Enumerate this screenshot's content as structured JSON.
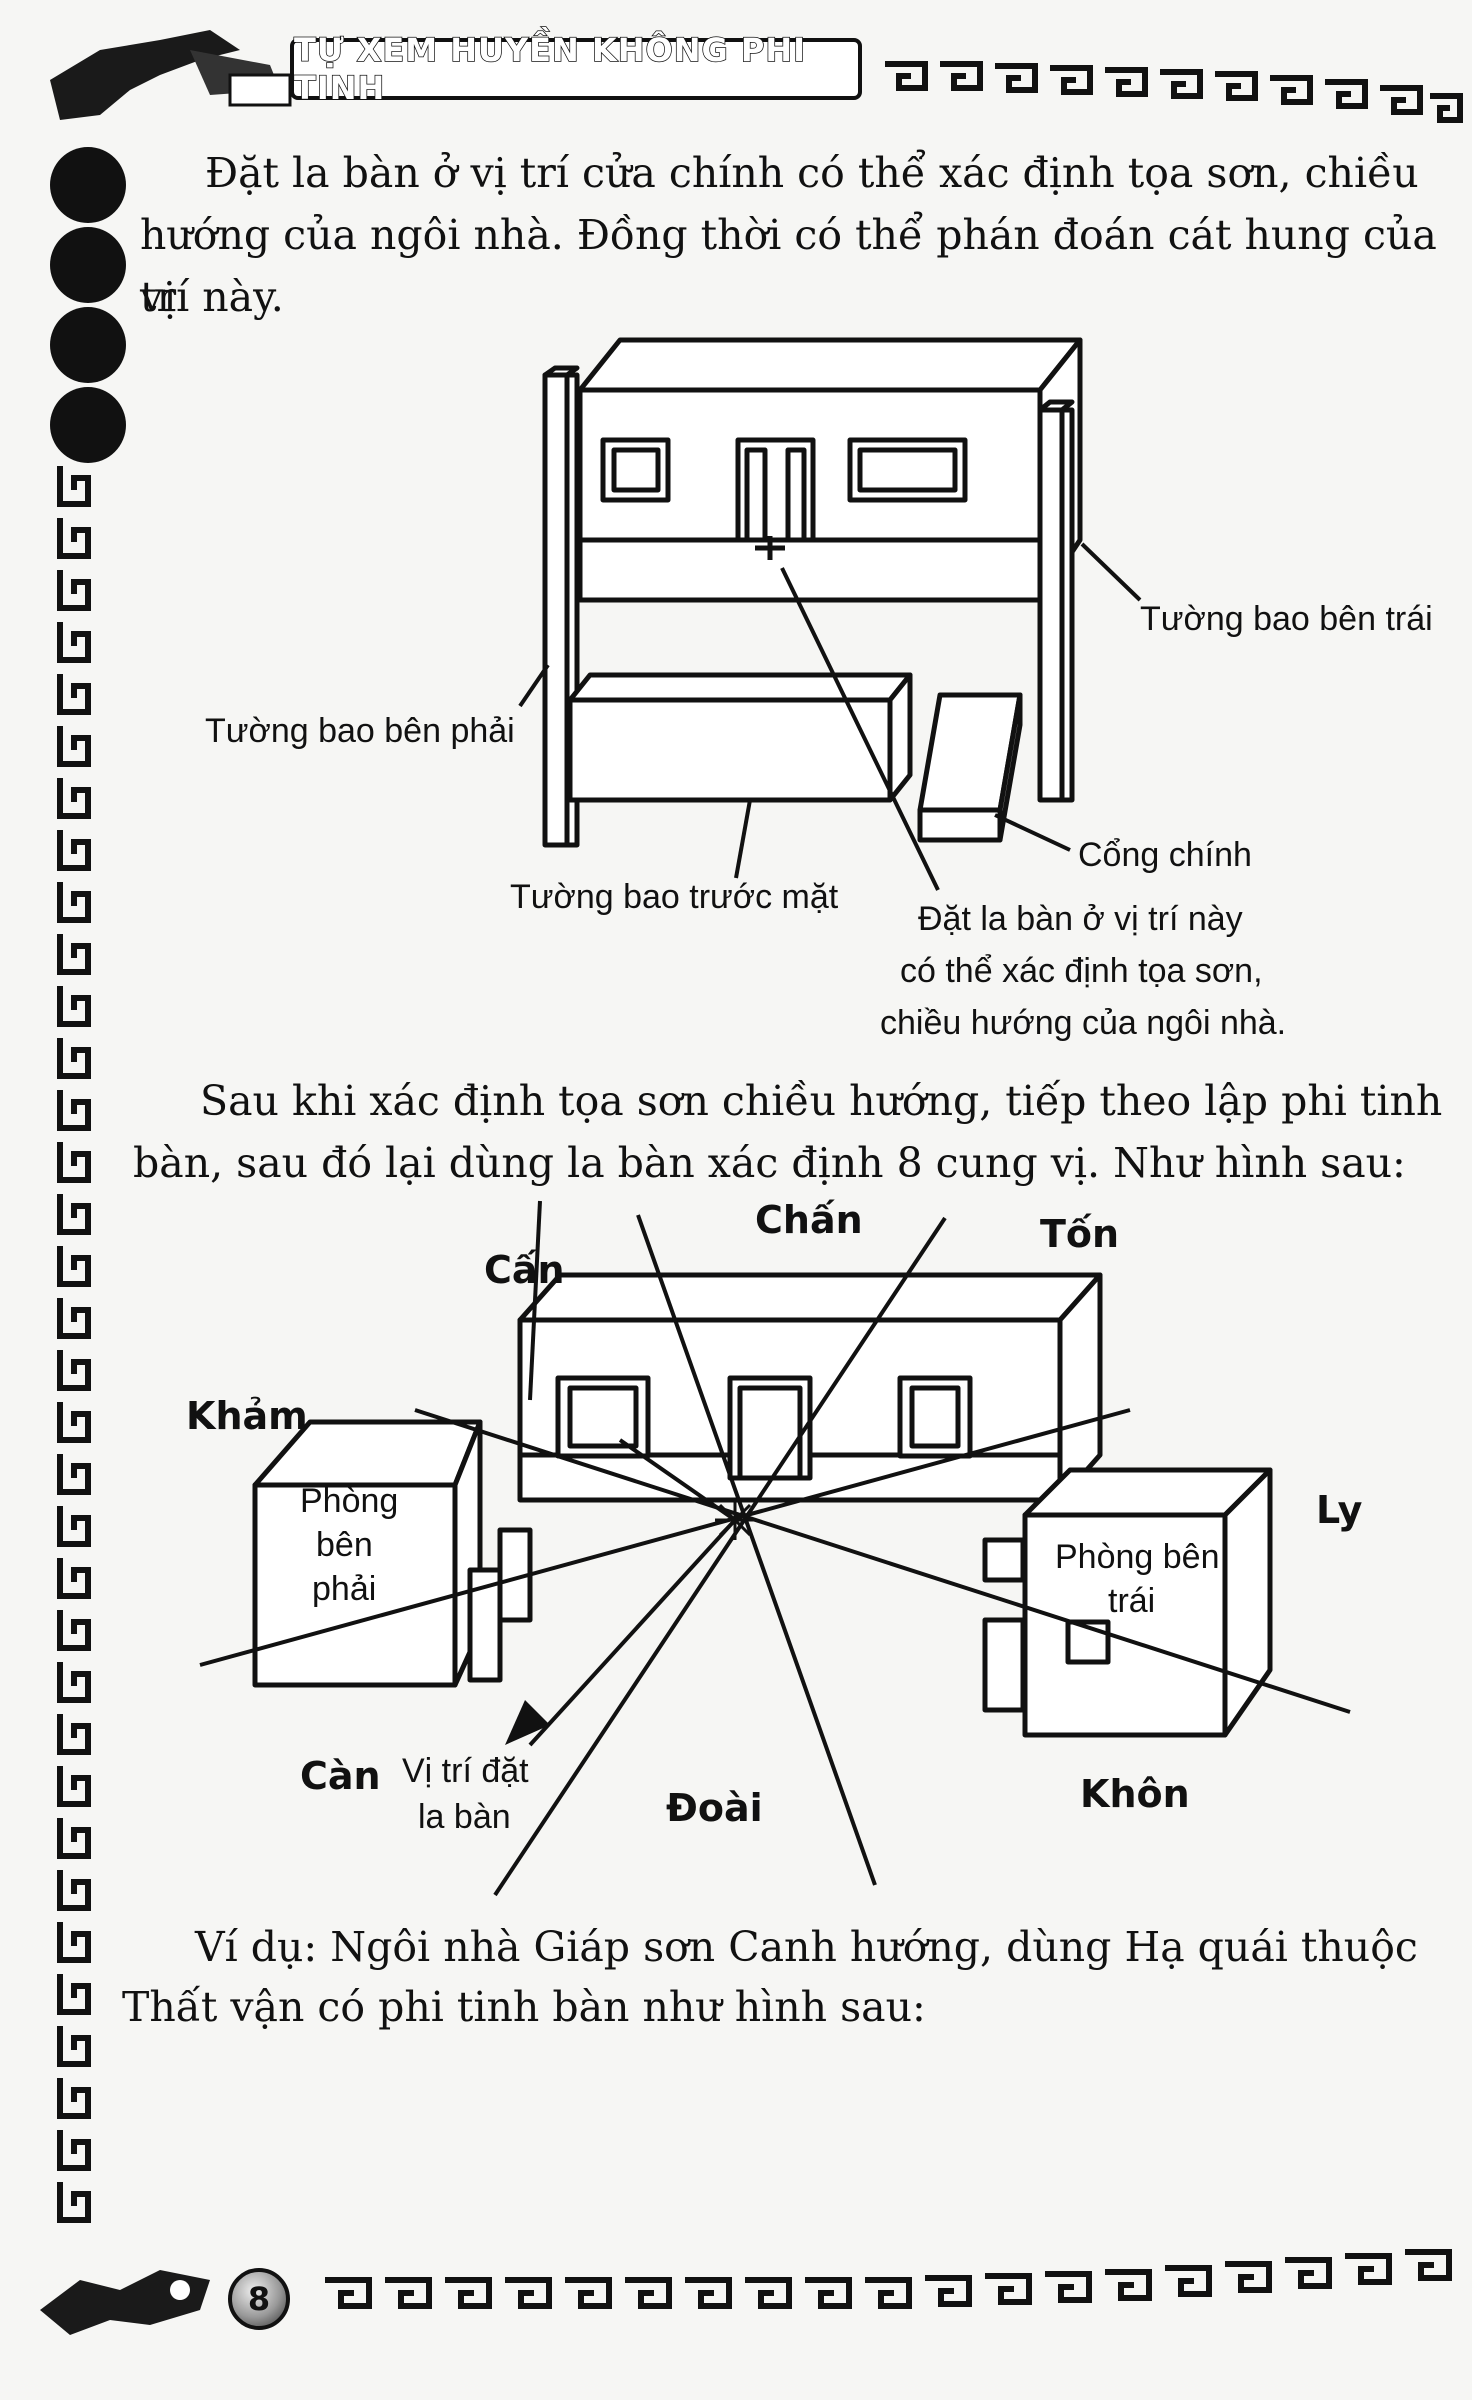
{
  "header": {
    "title": "TỰ XEM HUYỀN KHÔNG PHI TINH"
  },
  "paragraphs": {
    "p1_line1": "Đặt la bàn ở vị trí cửa chính có thể xác định tọa sơn, chiều",
    "p1_line2": "hướng của ngôi nhà. Đồng thời có thể phán đoán cát hung của vị",
    "p1_line3": "trí này.",
    "p2_line1": "Sau khi xác định tọa sơn chiều hướng, tiếp theo lập phi tinh",
    "p2_line2": "bàn, sau đó lại dùng la bàn xác định 8 cung vị. Như hình sau:",
    "p3_line1": "Ví dụ: Ngôi nhà Giáp sơn Canh hướng, dùng Hạ quái thuộc",
    "p3_line2": "Thất vận có phi tinh bàn như hình sau:"
  },
  "figure1": {
    "left_wall": "Tường bao bên trái",
    "right_wall": "Tường bao bên phải",
    "front_wall": "Tường bao trước mặt",
    "main_gate": "Cổng chính",
    "compass_note_1": "Đặt la bàn ở vị trí này",
    "compass_note_2": "có thể xác định tọa sơn,",
    "compass_note_3": "chiều hướng của ngôi nhà."
  },
  "figure2": {
    "chan": "Chấn",
    "ton": "Tốn",
    "can_cấn": "Cấn",
    "kham": "Khảm",
    "ly": "Ly",
    "can_càn": "Càn",
    "doai": "Đoài",
    "khon": "Khôn",
    "room_right_1": "Phòng",
    "room_right_2": "bên",
    "room_right_3": "phải",
    "room_left_1": "Phòng bên",
    "room_left_2": "trái",
    "compass_pos_1": "Vị trí đặt",
    "compass_pos_2": "la bàn"
  },
  "footer": {
    "page_number": "8"
  }
}
